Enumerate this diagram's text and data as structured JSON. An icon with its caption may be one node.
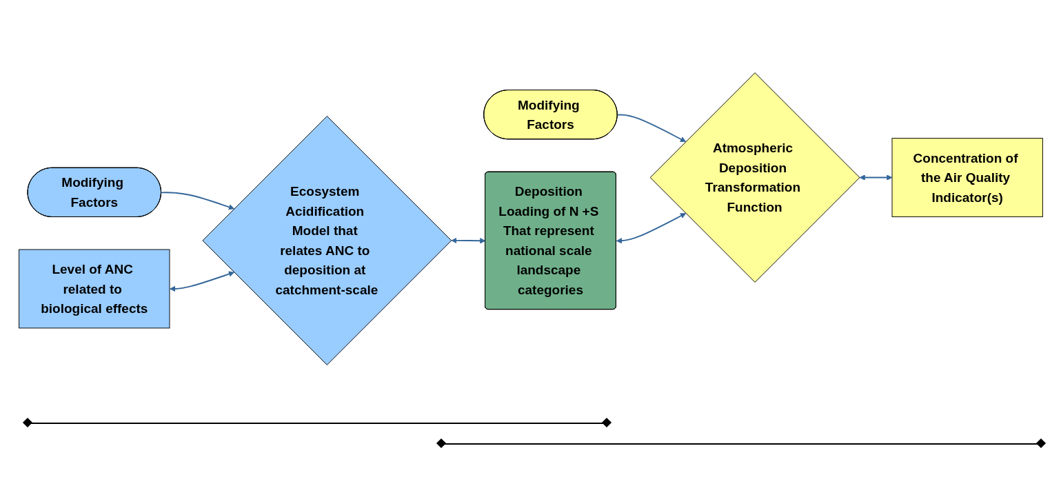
{
  "diagram": {
    "nodes": [
      {
        "text": [
          "Modifying Factors"
        ]
      },
      {
        "text": [
          "Modifying Factors"
        ]
      },
      {
        "text": [
          "Level of ANC related to biological effects"
        ]
      },
      {
        "text": [
          "Ecosystem Acidification Model that relates ANC to deposition at catchment-scale"
        ]
      },
      {
        "text": [
          "Deposition Loading of N +S That represent national scale landscape categories"
        ]
      },
      {
        "text": [
          "Atmospheric Deposition Transformation Function"
        ]
      },
      {
        "text": [
          "Concentration of the Air Quality Indicator(s)"
        ]
      }
    ],
    "edges": [
      {
        "from": 0,
        "to": 3,
        "arrow": "to"
      },
      {
        "from": 1,
        "to": 5,
        "arrow": "to"
      },
      {
        "from": 2,
        "to": 3,
        "arrow": "both"
      },
      {
        "from": 3,
        "to": 4,
        "arrow": "both"
      },
      {
        "from": 4,
        "to": 5,
        "arrow": "both"
      },
      {
        "from": 5,
        "to": 6,
        "arrow": "both"
      }
    ]
  }
}
